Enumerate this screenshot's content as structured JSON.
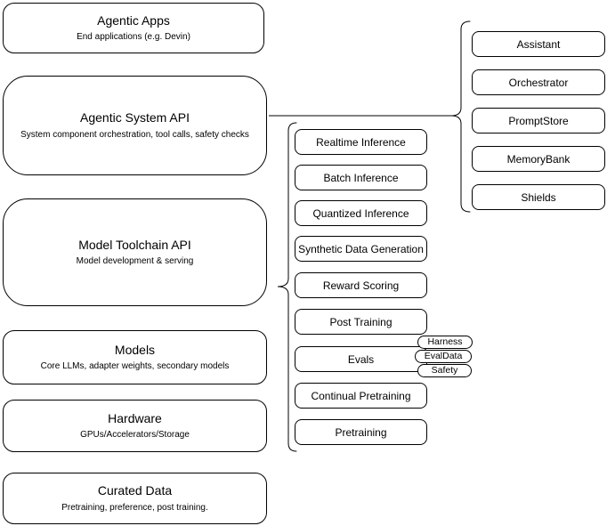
{
  "stack": [
    {
      "title": "Agentic Apps",
      "subtitle": "End applications (e.g. Devin)"
    },
    {
      "title": "Agentic System API",
      "subtitle": "System component orchestration, tool calls, safety checks"
    },
    {
      "title": "Model Toolchain API",
      "subtitle": "Model development & serving"
    },
    {
      "title": "Models",
      "subtitle": "Core LLMs, adapter weights, secondary models"
    },
    {
      "title": "Hardware",
      "subtitle": "GPUs/Accelerators/Storage"
    },
    {
      "title": "Curated Data",
      "subtitle": "Pretraining, preference, post training."
    }
  ],
  "toolchain": {
    "items": [
      "Realtime Inference",
      "Batch Inference",
      "Quantized Inference",
      "Synthetic Data Generation",
      "Reward Scoring",
      "Post Training",
      "Evals",
      "Continual Pretraining",
      "Pretraining"
    ]
  },
  "evals_tags": [
    "Harness",
    "EvalData",
    "Safety"
  ],
  "agentic": {
    "items": [
      "Assistant",
      "Orchestrator",
      "PromptStore",
      "MemoryBank",
      "Shields"
    ]
  },
  "colors": {
    "border": "#000000",
    "background": "#ffffff",
    "text": "#000000"
  }
}
